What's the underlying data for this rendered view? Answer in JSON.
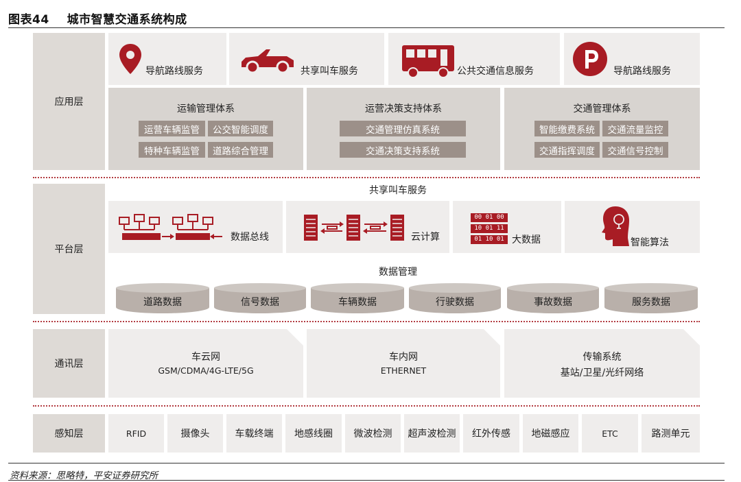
{
  "figure": {
    "label": "图表44",
    "title": "城市智慧交通系统构成"
  },
  "colors": {
    "accent": "#a81c24",
    "label_bg": "#dedad6",
    "box_bg": "#efedec",
    "system_bg": "#d8d4d0",
    "chip_bg": "#9c9089",
    "cylinder": "#b9b0aa"
  },
  "application_layer": {
    "label": "应用层",
    "services": [
      {
        "icon": "location-pin-icon",
        "label": "导航路线服务"
      },
      {
        "icon": "car-icon",
        "label": "共享叫车服务"
      },
      {
        "icon": "bus-icon",
        "label": "公共交通信息服务"
      },
      {
        "icon": "parking-icon",
        "label": "导航路线服务"
      }
    ],
    "systems": [
      {
        "title": "运输管理体系",
        "chips": [
          "运营车辆监管",
          "公交智能调度",
          "特种车辆监管",
          "道路综合管理"
        ]
      },
      {
        "title": "运营决策支持体系",
        "chips": [
          "交通管理仿真系统",
          "交通决策支持系统"
        ]
      },
      {
        "title": "交通管理体系",
        "chips": [
          "智能缴费系统",
          "交通流量监控",
          "交通指挥调度",
          "交通信号控制"
        ]
      }
    ]
  },
  "platform_layer": {
    "label": "平台层",
    "header": "共享叫车服务",
    "items": [
      {
        "icon": "data-bus-icon",
        "label": "数据总线"
      },
      {
        "icon": "cloud-server-icon",
        "label": "云计算"
      },
      {
        "icon": "binary-data-icon",
        "label": "大数据",
        "binary": [
          "00 01 00",
          "10 01 11",
          "01 10 01"
        ]
      },
      {
        "icon": "brain-head-icon",
        "label": "智能算法"
      }
    ],
    "data_mgmt_title": "数据管理",
    "data_sets": [
      "道路数据",
      "信号数据",
      "车辆数据",
      "行驶数据",
      "事故数据",
      "服务数据"
    ]
  },
  "comm_layer": {
    "label": "通讯层",
    "networks": [
      {
        "title": "车云网",
        "sub": "GSM/CDMA/4G-LTE/5G"
      },
      {
        "title": "车内网",
        "sub": "ETHERNET"
      },
      {
        "title": "传输系统",
        "sub": "基站/卫星/光纤网络"
      }
    ]
  },
  "sensing_layer": {
    "label": "感知层",
    "items": [
      "RFID",
      "摄像头",
      "车载终端",
      "地感线圈",
      "微波检测",
      "超声波检测",
      "红外传感",
      "地磁感应",
      "ETC",
      "路测单元"
    ]
  },
  "source": "资料来源：思略特，平安证券研究所"
}
